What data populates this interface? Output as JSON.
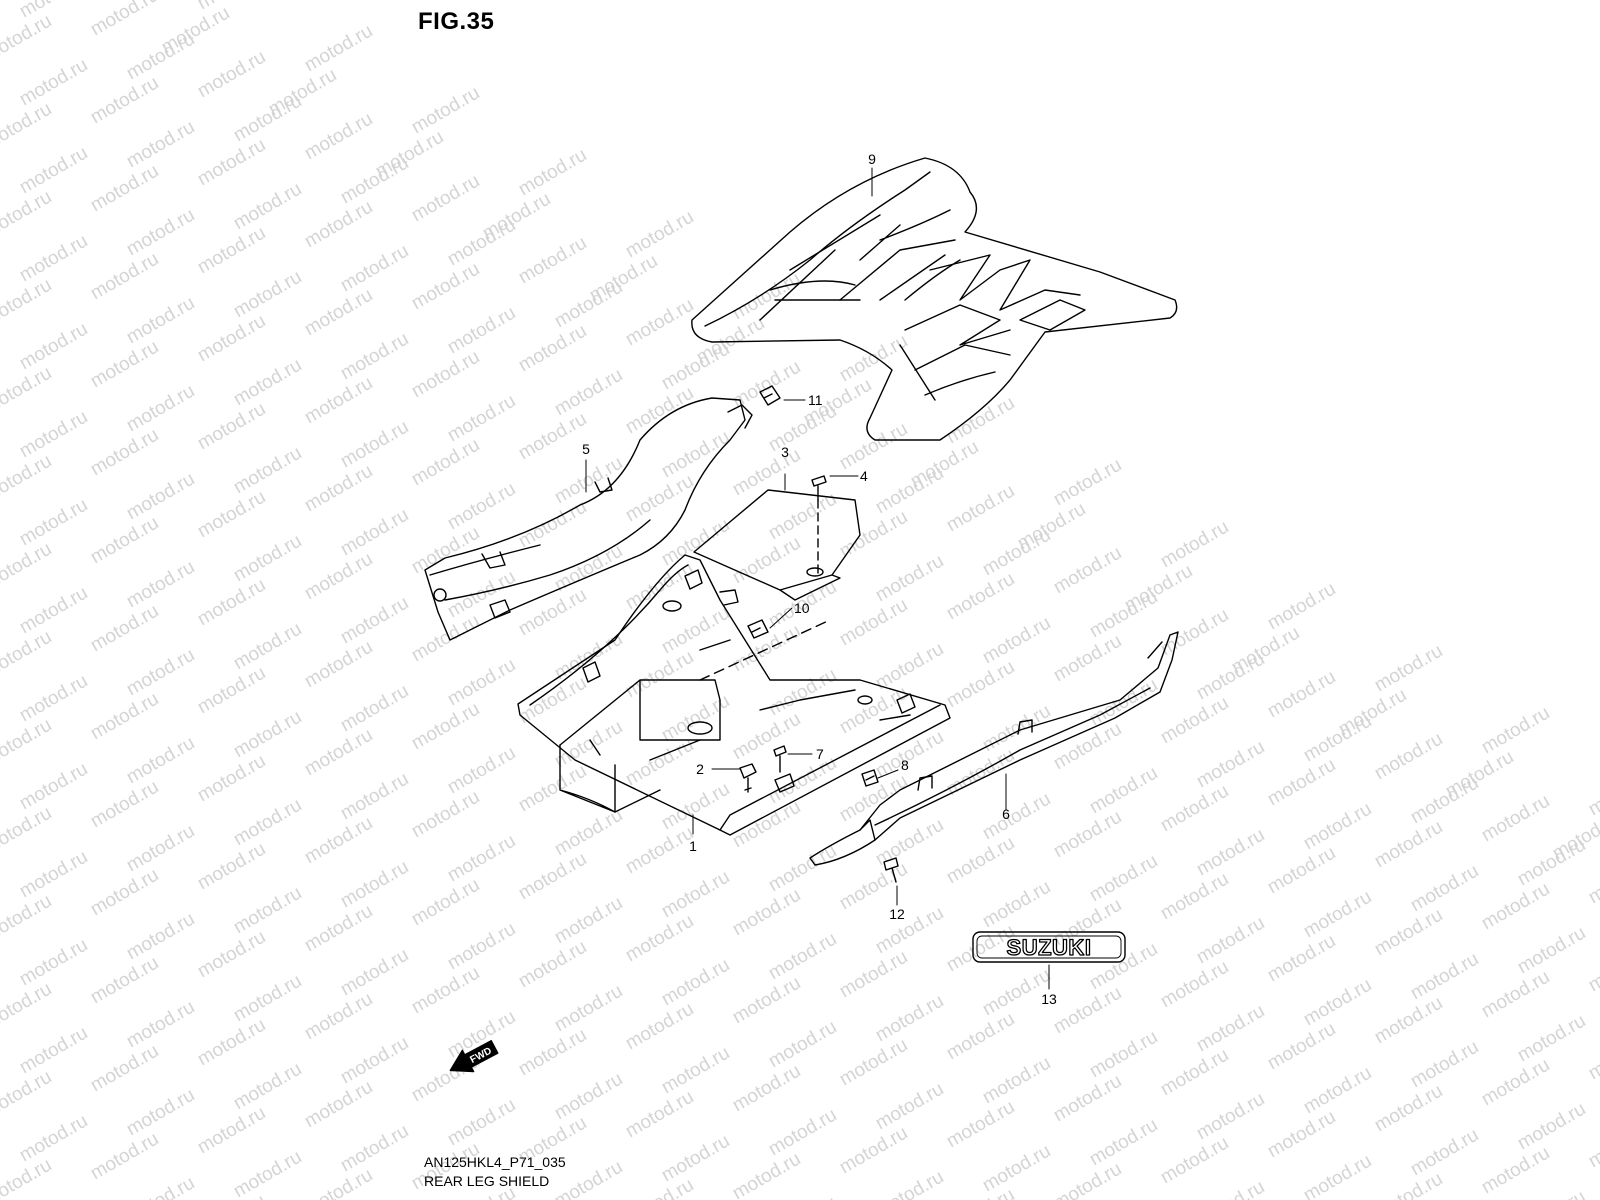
{
  "figure_title": "FIG.35",
  "watermark_text": "motod.ru",
  "parts": [
    {
      "number": "1"
    },
    {
      "number": "2"
    },
    {
      "number": "3"
    },
    {
      "number": "4"
    },
    {
      "number": "5"
    },
    {
      "number": "6"
    },
    {
      "number": "7"
    },
    {
      "number": "8"
    },
    {
      "number": "9"
    },
    {
      "number": "10"
    },
    {
      "number": "11"
    },
    {
      "number": "12"
    },
    {
      "number": "13"
    }
  ],
  "emblem_text": "SUZUKI",
  "direction_arrow": {
    "icon": "fwd-arrow-icon",
    "label": "FWD"
  },
  "caption": {
    "drawing_code": "AN125HKL4_P71_035",
    "section_name": "REAR LEG SHIELD"
  },
  "colors": {
    "line": "#000000",
    "background": "#ffffff",
    "watermark": "#d4d4d4"
  }
}
